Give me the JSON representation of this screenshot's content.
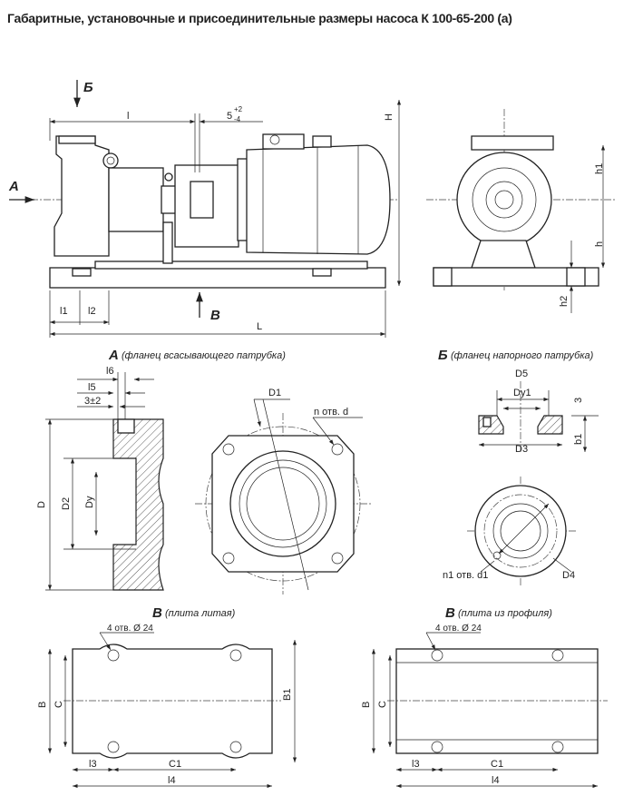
{
  "title": "Габаритные, установочные и присоединительные размеры насоса К 100-65-200 (а)",
  "main_view": {
    "arrow_b": "Б",
    "arrow_a": "А",
    "arrow_v": "В",
    "l": "l",
    "tol": "5",
    "tol_up": "+2",
    "tol_down": "-4",
    "H": "H",
    "l1": "l1",
    "l2": "l2",
    "L": "L"
  },
  "end_view": {
    "h1": "h1",
    "h": "h",
    "h2": "h2"
  },
  "section_a": {
    "letter": "А",
    "caption": "(фланец всасывающего патрубка)",
    "l6": "l6",
    "l5": "l5",
    "gap": "3±2",
    "D": "D",
    "D2": "D2",
    "Dy": "Dy",
    "D1": "D1",
    "holes": "n отв. d"
  },
  "section_b": {
    "letter": "Б",
    "caption": "(фланец напорного патрубка)",
    "D5": "D5",
    "Dy1": "Dy1",
    "three": "3",
    "b1": "b1",
    "D3": "D3",
    "holes": "n1 отв. d1",
    "D4": "D4"
  },
  "plate_cast": {
    "letter": "В",
    "caption": "(плита литая)",
    "holes": "4 отв. Ø 24",
    "B": "B",
    "C": "C",
    "B1": "B1",
    "l3": "l3",
    "C1": "C1",
    "l4": "l4"
  },
  "plate_profile": {
    "letter": "В",
    "caption": "(плита из профиля)",
    "holes": "4 отв. Ø 24",
    "B": "B",
    "C": "C",
    "l3": "l3",
    "C1": "C1",
    "l4": "l4"
  }
}
